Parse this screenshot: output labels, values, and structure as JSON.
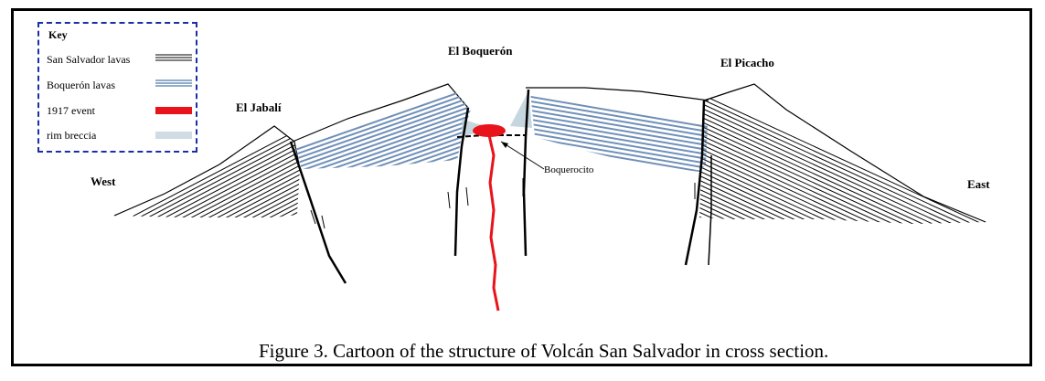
{
  "key": {
    "title": "Key",
    "items": [
      {
        "label": "San Salvador lavas",
        "pattern": "black-lines"
      },
      {
        "label": "Boquerón lavas",
        "pattern": "blue-lines"
      },
      {
        "label": "1917 event",
        "pattern": "red-bar"
      },
      {
        "label": "rim breccia",
        "pattern": "stipple"
      }
    ]
  },
  "labels": {
    "el_boqueron": "El Boquerón",
    "el_picacho": "El Picacho",
    "el_jabali": "El Jabalí",
    "west": "West",
    "east": "East",
    "boquerocito": "Boquerocito"
  },
  "caption": "Figure 3. Cartoon of the structure of Volcán San Salvador in cross section.",
  "colors": {
    "key_border": "#1a2ea8",
    "boqueron_lava": "#6f8fb8",
    "event_1917": "#e8131b",
    "rim_breccia": "#b8ccd6",
    "san_salvador_lava": "#000000"
  }
}
